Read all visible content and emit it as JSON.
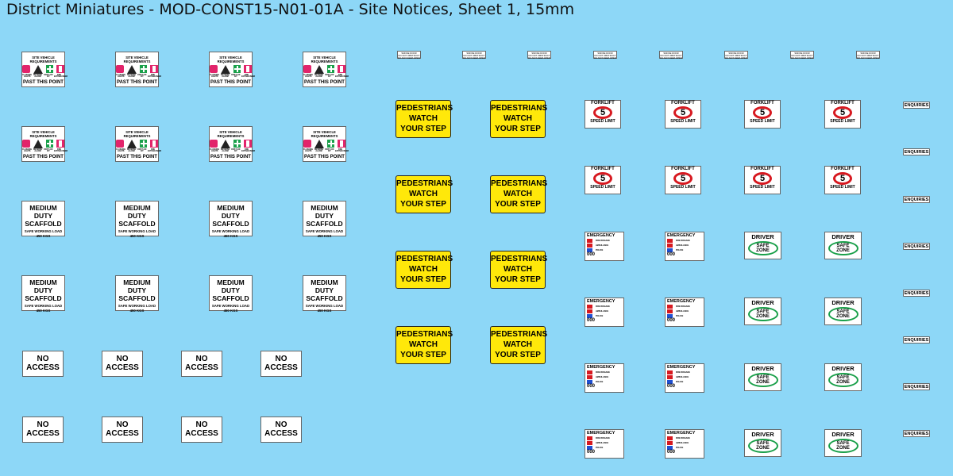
{
  "title": "District Miniatures - MOD-CONST15-N01-01A - Site Notices, Sheet 1, 15mm",
  "site_vehicle": {
    "heading": "SITE VEHICLE REQUIREMENTS",
    "captions": [
      "FLASHING LIGHTS",
      "REVERSE ALARM",
      "FIRST AID KIT",
      "FIRE EXTINGUISHER"
    ],
    "footer": "PAST THIS POINT"
  },
  "scaffold": {
    "heading_line1": "MEDIUM DUTY",
    "heading_line2": "SCAFFOLD",
    "sub_line1": "SAFE WORKING LOAD",
    "sub_line2": "450 KGS"
  },
  "no_access": {
    "line1": "NO",
    "line2": "ACCESS"
  },
  "smoke_door": {
    "line1": "SMOKE DOOR",
    "line2": "DO NOT OBSTRUCT",
    "line3": "DO NOT KEEP OPEN"
  },
  "pedestrians": {
    "line1": "PEDESTRIANS",
    "line2": "WATCH",
    "line3": "YOUR STEP"
  },
  "forklift": {
    "top": "FORKLIFT",
    "number": "5",
    "bottom": "SPEED LIMIT"
  },
  "emergency": {
    "heading": "EMERGENCY",
    "rows": [
      "FIRE BRIGADE",
      "AMBULANCE",
      "POLICE"
    ],
    "number": "000"
  },
  "driver": {
    "top": "DRIVER",
    "line1": "SAFE",
    "line2": "ZONE"
  },
  "enquiries": {
    "label": "ENQUIRIES"
  },
  "colors": {
    "background": "#8dd7f7",
    "yellow": "#ffe80a",
    "red": "#d71920",
    "green": "#1aa04a",
    "pink": "#e2246b"
  }
}
